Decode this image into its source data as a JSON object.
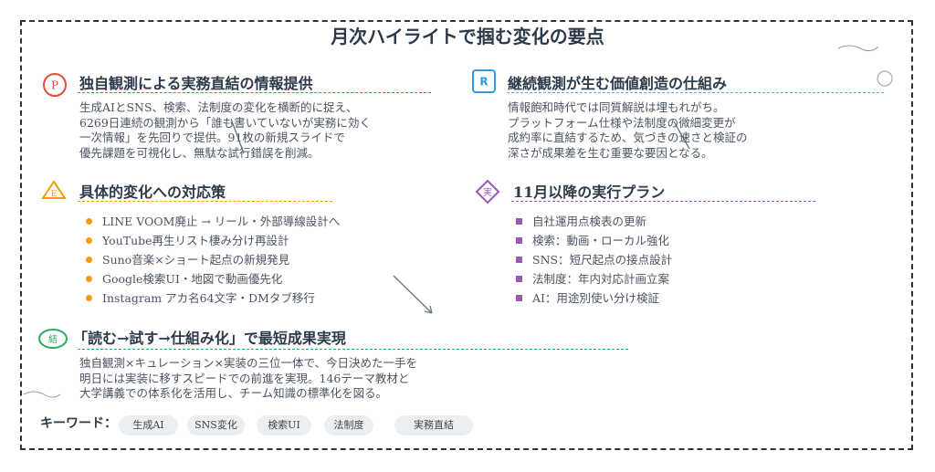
{
  "title": "月次ハイライトで掴む変化の要点",
  "sections": {
    "problem": {
      "icon_letter": "P",
      "heading": "独自観測による実務直結の情報提供",
      "lines": [
        "生成AIとSNS、検索、法制度の変化を横断的に捉え、",
        "6269日連続の観測から「誰も書いていないが実務に効く",
        "一次情報」を先回りで提供。91枚の新規スライドで",
        "優先課題を可視化し、無駄な試行錯誤を削減。"
      ],
      "color": "#e74c3c"
    },
    "reason": {
      "icon_letter": "R",
      "heading": "継続観測が生む価値創造の仕組み",
      "lines": [
        "情報飽和時代では同質解説は埋もれがち。",
        "プラットフォーム仕様や法制度の微細変更が",
        "成約率に直結するため、気づきの速さと検証の",
        "深さが成果差を生む重要な要因となる。"
      ],
      "color": "#3498db"
    },
    "example": {
      "icon_letter": "E",
      "heading": "具体的変化への対応策",
      "items": [
        "LINE VOOM廃止 → リール・外部導線設計へ",
        "YouTube再生リスト棲み分け再設計",
        "Suno音楽×ショート起点の新規発見",
        "Google検索UI・地図で動画優先化",
        "Instagram アカ名64文字・DMタブ移行"
      ],
      "color": "#f39c12"
    },
    "plan": {
      "icon_letter": "実",
      "heading": "11月以降の実行プラン",
      "items": [
        "自社運用点検表の更新",
        "検索：動画・ローカル強化",
        "SNS：短尺起点の接点設計",
        "法制度：年内対応計画立案",
        "AI：用途別使い分け検証"
      ],
      "color": "#9b59b6"
    },
    "conclusion": {
      "icon_letter": "結",
      "heading": "「読む→試す→仕組み化」で最短成果実現",
      "lines": [
        "独自観測×キュレーション×実装の三位一体で、今日決めた一手を",
        "明日には実装に移すスピードでの前進を実現。146テーマ教材と",
        "大学講義での体系化を活用し、チーム知識の標準化を図る。"
      ],
      "color": "#27ae60"
    }
  },
  "keywords": {
    "label": "キーワード：",
    "items": [
      "生成AI",
      "SNS変化",
      "検索UI",
      "法制度",
      "実務直結"
    ]
  }
}
